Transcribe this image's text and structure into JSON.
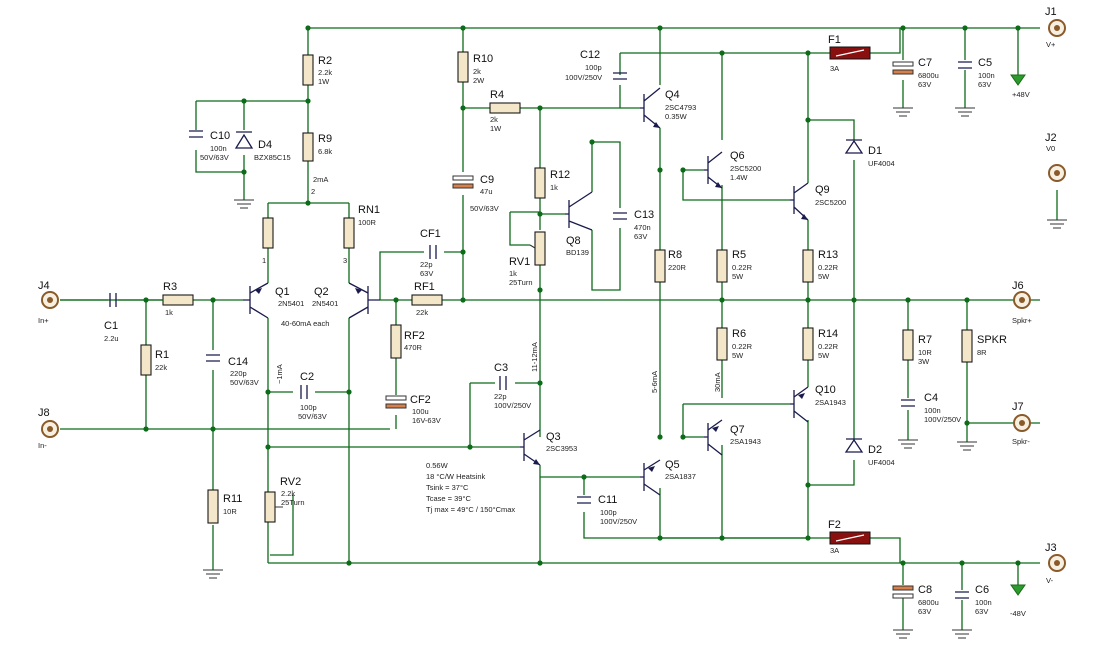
{
  "connectors": {
    "J1": {
      "ref": "J1",
      "label": "V+"
    },
    "J2": {
      "ref": "J2",
      "label": "V0"
    },
    "J3": {
      "ref": "J3",
      "label": "V-"
    },
    "J4": {
      "ref": "J4",
      "label": "In+"
    },
    "J6": {
      "ref": "J6",
      "label": "Spkr+"
    },
    "J7": {
      "ref": "J7",
      "label": "Spkr-"
    },
    "J8": {
      "ref": "J8",
      "label": "In-"
    }
  },
  "resistors": {
    "R1": {
      "ref": "R1",
      "v1": "22k"
    },
    "R2": {
      "ref": "R2",
      "v1": "2.2k",
      "v2": "1W"
    },
    "R3": {
      "ref": "R3",
      "v1": "1k"
    },
    "R4": {
      "ref": "R4",
      "v1": "2k",
      "v2": "1W"
    },
    "R5": {
      "ref": "R5",
      "v1": "0.22R",
      "v2": "5W"
    },
    "R6": {
      "ref": "R6",
      "v1": "0.22R",
      "v2": "5W"
    },
    "R7": {
      "ref": "R7",
      "v1": "10R",
      "v2": "3W"
    },
    "R8": {
      "ref": "R8",
      "v1": "220R"
    },
    "R9": {
      "ref": "R9",
      "v1": "6.8k"
    },
    "R10": {
      "ref": "R10",
      "v1": "2k",
      "v2": "2W"
    },
    "R11": {
      "ref": "R11",
      "v1": "10R"
    },
    "R12": {
      "ref": "R12",
      "v1": "1k"
    },
    "R13": {
      "ref": "R13",
      "v1": "0.22R",
      "v2": "5W"
    },
    "R14": {
      "ref": "R14",
      "v1": "0.22R",
      "v2": "5W"
    },
    "RN1": {
      "ref": "RN1",
      "v1": "100R"
    },
    "RF1": {
      "ref": "RF1",
      "v1": "22k"
    },
    "RF2": {
      "ref": "RF2",
      "v1": "470R"
    },
    "SPKR": {
      "ref": "SPKR",
      "v1": "8R"
    },
    "RV1": {
      "ref": "RV1",
      "v1": "1k",
      "v2": "25Turn"
    },
    "RV2": {
      "ref": "RV2",
      "v1": "2.2k",
      "v2": "25Turn"
    }
  },
  "capacitors": {
    "C1": {
      "ref": "C1",
      "v1": "2.2u"
    },
    "C2": {
      "ref": "C2",
      "v1": "100p",
      "v2": "50V/63V"
    },
    "C3": {
      "ref": "C3",
      "v1": "22p",
      "v2": "100V/250V"
    },
    "C4": {
      "ref": "C4",
      "v1": "100n",
      "v2": "100V/250V"
    },
    "C5": {
      "ref": "C5",
      "v1": "100n",
      "v2": "63V"
    },
    "C6": {
      "ref": "C6",
      "v1": "100n",
      "v2": "63V"
    },
    "C7": {
      "ref": "C7",
      "v1": "6800u",
      "v2": "63V"
    },
    "C8": {
      "ref": "C8",
      "v1": "6800u",
      "v2": "63V"
    },
    "C9": {
      "ref": "C9",
      "v1": "47u",
      "v2": "50V/63V"
    },
    "C10": {
      "ref": "C10",
      "v1": "100n",
      "v2": "50V/63V"
    },
    "C11": {
      "ref": "C11",
      "v1": "100p",
      "v2": "100V/250V"
    },
    "C12": {
      "ref": "C12",
      "v1": "100p",
      "v2": "100V/250V"
    },
    "C13": {
      "ref": "C13",
      "v1": "470n",
      "v2": "63V"
    },
    "C14": {
      "ref": "C14",
      "v1": "220p",
      "v2": "50V/63V"
    },
    "CF1": {
      "ref": "CF1",
      "v1": "22p",
      "v2": "63V"
    },
    "CF2": {
      "ref": "CF2",
      "v1": "100u",
      "v2": "16V-63V"
    }
  },
  "transistors": {
    "Q1": {
      "ref": "Q1",
      "v1": "2N5401"
    },
    "Q2": {
      "ref": "Q2",
      "v1": "2N5401"
    },
    "Q3": {
      "ref": "Q3",
      "v1": "2SC3953"
    },
    "Q4": {
      "ref": "Q4",
      "v1": "2SC4793",
      "v2": "0.35W"
    },
    "Q5": {
      "ref": "Q5",
      "v1": "2SA1837"
    },
    "Q6": {
      "ref": "Q6",
      "v1": "2SC5200",
      "v2": "1.4W"
    },
    "Q7": {
      "ref": "Q7",
      "v1": "2SA1943"
    },
    "Q8": {
      "ref": "Q8",
      "v1": "BD139"
    },
    "Q9": {
      "ref": "Q9",
      "v1": "2SC5200"
    },
    "Q10": {
      "ref": "Q10",
      "v1": "2SA1943"
    }
  },
  "diodes": {
    "D1": {
      "ref": "D1",
      "v1": "UF4004"
    },
    "D2": {
      "ref": "D2",
      "v1": "UF4004"
    },
    "D4": {
      "ref": "D4",
      "v1": "BZX85C15"
    }
  },
  "fuses": {
    "F1": {
      "ref": "F1",
      "v1": "3A"
    },
    "F2": {
      "ref": "F2",
      "v1": "3A"
    }
  },
  "supply": {
    "pos": "+48V",
    "neg": "-48V"
  },
  "notes": {
    "q12_current": "40-60mA each",
    "r9_current": "2mA",
    "pin_1": "1",
    "pin_2": "2",
    "pin_3": "3",
    "q1_current": "~1mA",
    "q3_current": "11-12mA",
    "q4_current": "5-6mA",
    "q6_current": "30mA",
    "thermal_1": "0.56W",
    "thermal_2": "18 °C/W Heatsink",
    "thermal_3": "Tsink = 37°C",
    "thermal_4": "Tcase = 39°C",
    "thermal_5": "Tj max = 49°C / 150°Cmax"
  }
}
